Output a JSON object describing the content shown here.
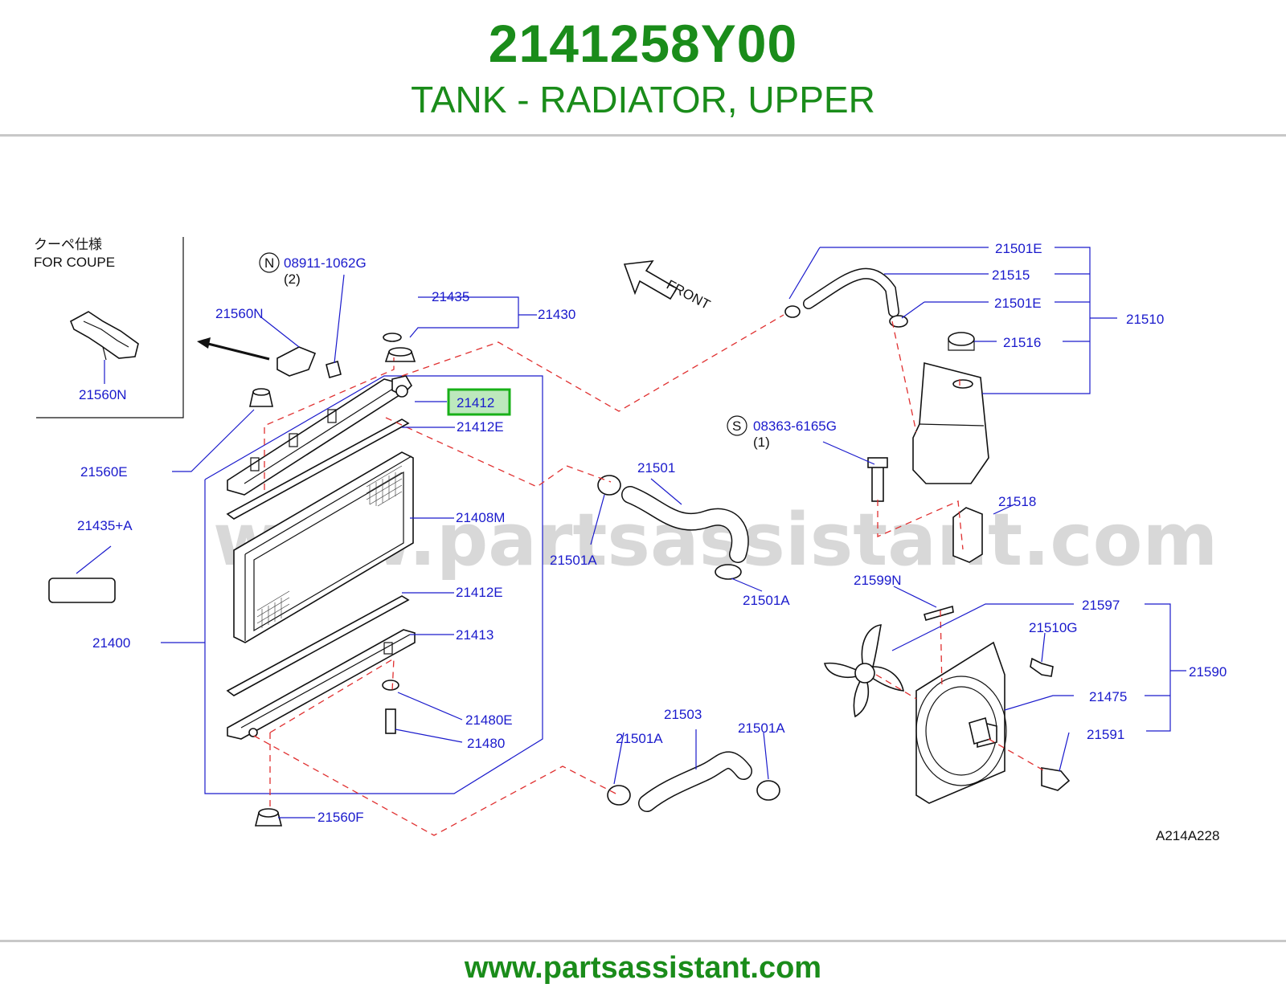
{
  "header": {
    "part_number": "2141258Y00",
    "part_name": "TANK - RADIATOR, UPPER"
  },
  "footer": {
    "url": "www.partsassistant.com"
  },
  "watermark": "www.partsassistant.com",
  "inset": {
    "title_jp": "クーペ仕様",
    "title_en": "FOR  COUPE"
  },
  "front_label": "FRONT",
  "drawing_code": "A214A228",
  "highlight_color": "#18b018",
  "labels": {
    "p08911": "08911-1062G",
    "q2": "(2)",
    "p08363": "08363-6165G",
    "q1": "(1)",
    "n_mark": "N",
    "s_mark": "S",
    "p21560N_a": "21560N",
    "p21560N_b": "21560N",
    "p21435": "21435",
    "p21430": "21430",
    "p21412": "21412",
    "p21412E_a": "21412E",
    "p21560E": "21560E",
    "p21435A": "21435+A",
    "p21408M": "21408M",
    "p21412E_b": "21412E",
    "p21400": "21400",
    "p21413": "21413",
    "p21480E": "21480E",
    "p21480": "21480",
    "p21560F": "21560F",
    "p21501": "21501",
    "p21501A_a": "21501A",
    "p21501A_b": "21501A",
    "p21503": "21503",
    "p21501A_c": "21501A",
    "p21501A_d": "21501A",
    "p21501E_a": "21501E",
    "p21515": "21515",
    "p21501E_b": "21501E",
    "p21510": "21510",
    "p21516": "21516",
    "p21518": "21518",
    "p21599N": "21599N",
    "p21597": "21597",
    "p21510G": "21510G",
    "p21590": "21590",
    "p21475": "21475",
    "p21591": "21591"
  }
}
